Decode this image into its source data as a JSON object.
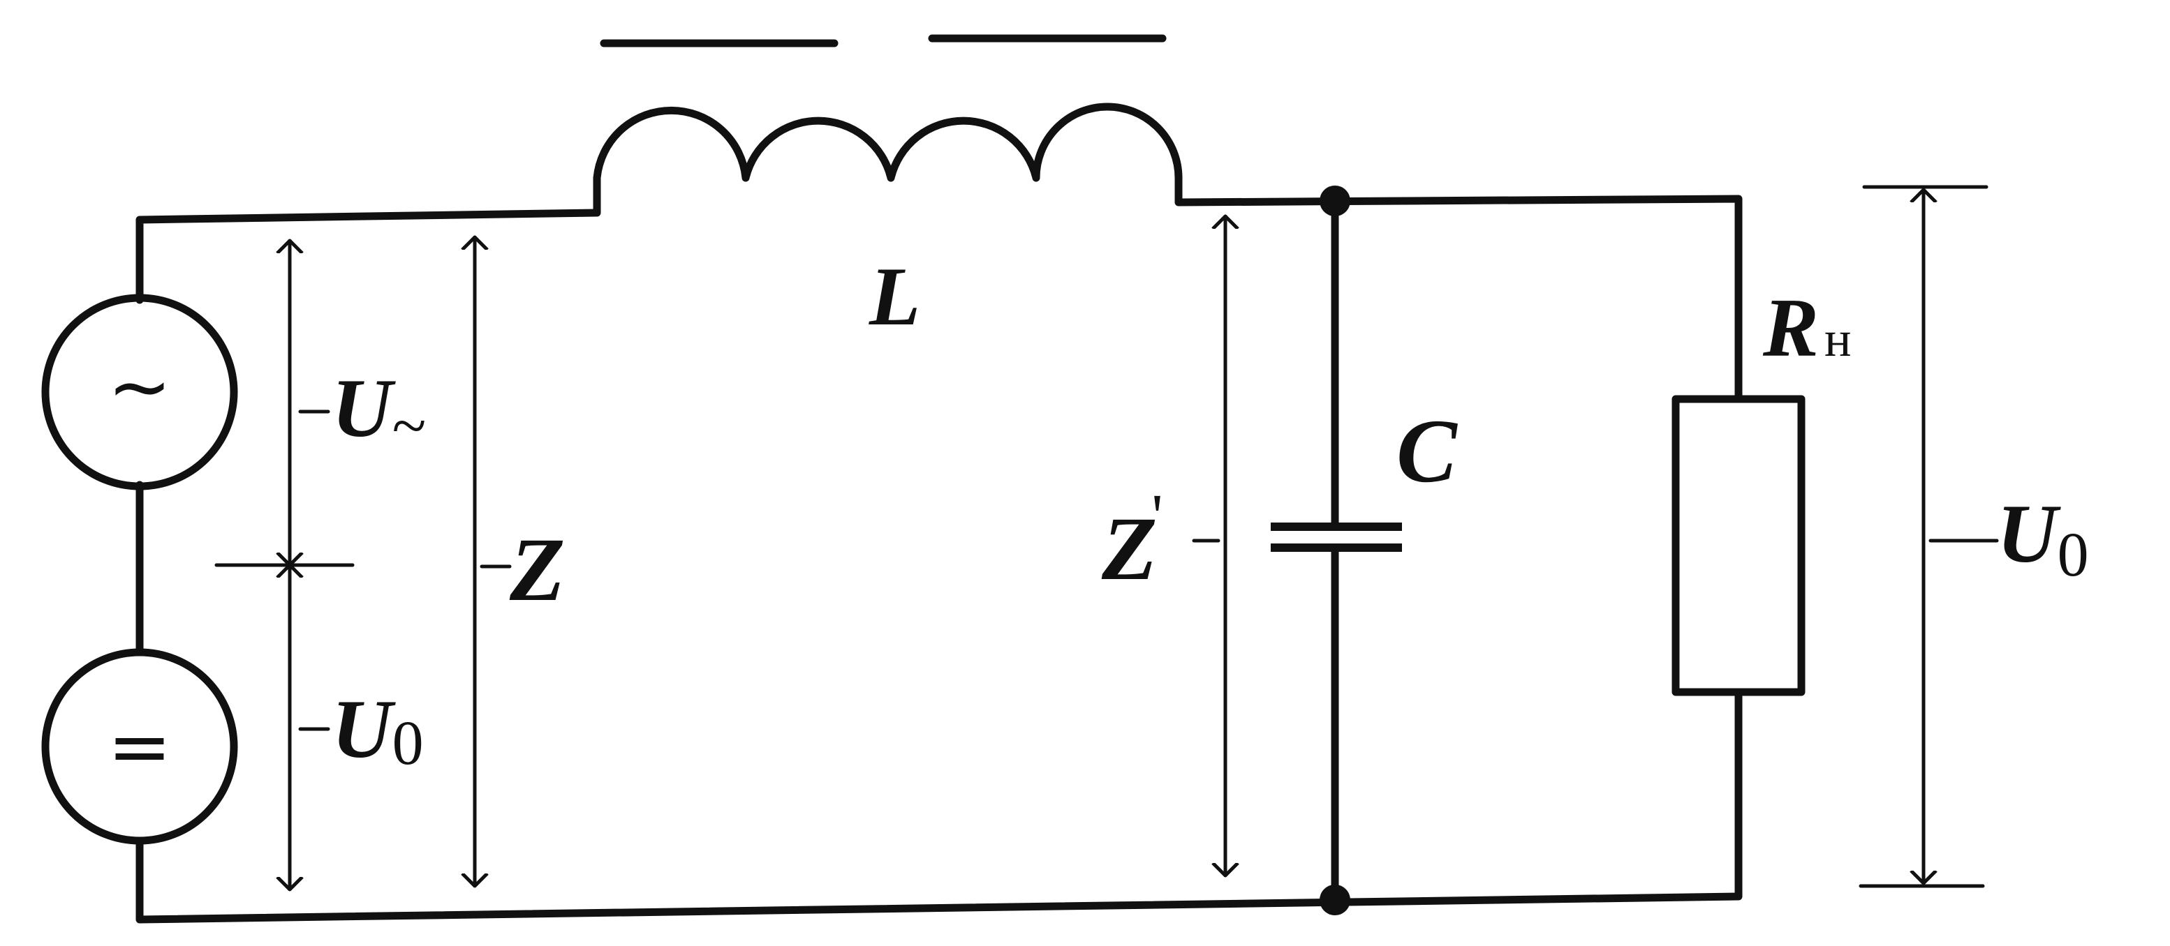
{
  "diagram": {
    "labels": {
      "inductor": "L",
      "capacitor": "C",
      "load_main": "R",
      "load_sub": "н",
      "ac_voltage_main": "U",
      "ac_voltage_sub": "~",
      "dc_voltage_main": "U",
      "dc_voltage_sub": "0",
      "impedance": "Z",
      "impedance_prime": "Z",
      "prime_mark": "'",
      "output_voltage_main": "U",
      "output_voltage_sub": "0"
    },
    "source_symbols": {
      "ac": "~",
      "dc": "="
    }
  }
}
